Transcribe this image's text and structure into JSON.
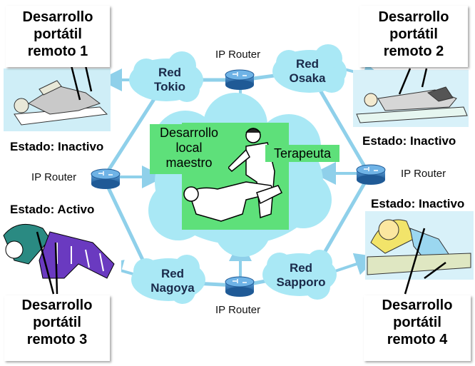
{
  "nodes": {
    "remote1": {
      "lines": [
        "Desarrollo",
        "portátil",
        "remoto 1"
      ],
      "status": "Estado: Inactivo"
    },
    "remote2": {
      "lines": [
        "Desarrollo",
        "portátil",
        "remoto 2"
      ],
      "status": "Estado: Inactivo"
    },
    "remote3": {
      "lines": [
        "Desarrollo",
        "portátil",
        "remoto 3"
      ],
      "status": "Estado: Activo"
    },
    "remote4": {
      "lines": [
        "Desarrollo",
        "portátil",
        "remoto 4"
      ],
      "status": "Estado: Inactivo"
    }
  },
  "networks": {
    "tokio": [
      "Red",
      "Tokio"
    ],
    "osaka": [
      "Red",
      "Osaka"
    ],
    "nagoya": [
      "Red",
      "Nagoya"
    ],
    "sapporo": [
      "Red",
      "Sapporo"
    ]
  },
  "routers": {
    "top": "IP Router",
    "left": "IP Router",
    "right": "IP Router",
    "bottom": "IP Router"
  },
  "center": {
    "master": [
      "Desarrollo",
      "local",
      "maestro"
    ],
    "therapist": "Terapeuta"
  },
  "colors": {
    "cloud": "#a9e8f5",
    "link": "#8fd0ea",
    "green": "#5ee07a",
    "router": "#2a6dab",
    "purple": "#6a3ac0",
    "teal": "#2a8a82"
  }
}
